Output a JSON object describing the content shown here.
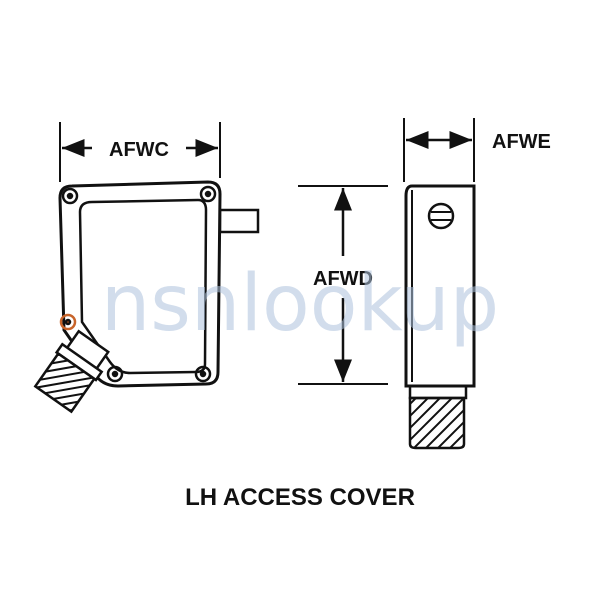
{
  "dimensions": {
    "width_label": "AFWC",
    "height_label": "AFWD",
    "thickness_label": "AFWE"
  },
  "caption": "LH ACCESS COVER",
  "watermark": "nsnlookup",
  "colors": {
    "ink": "#111111",
    "watermark": "#aec3dd",
    "background": "#ffffff"
  }
}
